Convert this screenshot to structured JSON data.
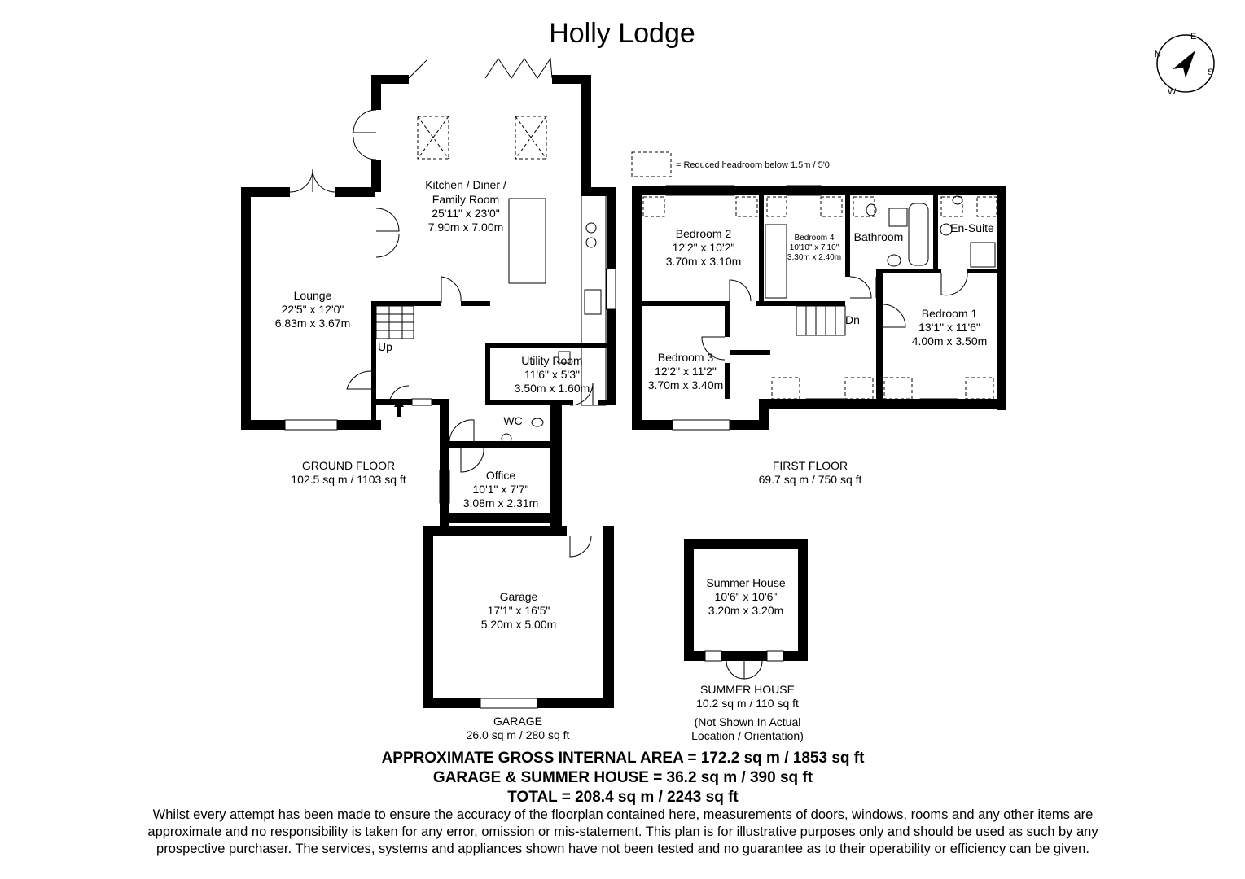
{
  "title": "Holly Lodge",
  "compass": {
    "n": "N",
    "e": "E",
    "s": "S",
    "w": "W"
  },
  "legend": {
    "text": "= Reduced headroom below 1.5m / 5'0"
  },
  "rooms": {
    "kitchen": {
      "name1": "Kitchen / Diner /",
      "name2": "Family Room",
      "imperial": "25'11\" x 23'0\"",
      "metric": "7.90m x 7.00m"
    },
    "lounge": {
      "name": "Lounge",
      "imperial": "22'5\" x 12'0\"",
      "metric": "6.83m x 3.67m"
    },
    "utility": {
      "name": "Utility Room",
      "imperial": "11'6\" x 5'3\"",
      "metric": "3.50m x 1.60m"
    },
    "wc": {
      "name": "WC"
    },
    "office": {
      "name": "Office",
      "imperial": "10'1\" x 7'7\"",
      "metric": "3.08m x 2.31m"
    },
    "garage": {
      "name": "Garage",
      "imperial": "17'1\" x 16'5\"",
      "metric": "5.20m x 5.00m"
    },
    "summer": {
      "name": "Summer House",
      "imperial": "10'6\" x 10'6\"",
      "metric": "3.20m x 3.20m"
    },
    "bedroom2": {
      "name": "Bedroom 2",
      "imperial": "12'2\" x 10'2\"",
      "metric": "3.70m x 3.10m"
    },
    "bedroom4": {
      "name": "Bedroom 4",
      "imperial": "10'10\" x 7'10\"",
      "metric": "3.30m x 2.40m"
    },
    "bathroom": {
      "name": "Bathroom"
    },
    "ensuite": {
      "name": "En-Suite"
    },
    "bedroom1": {
      "name": "Bedroom 1",
      "imperial": "13'1\" x 11'6\"",
      "metric": "4.00m x 3.50m"
    },
    "bedroom3": {
      "name": "Bedroom 3",
      "imperial": "12'2\" x 11'2\"",
      "metric": "3.70m x 3.40m"
    }
  },
  "stairs": {
    "up": "Up",
    "down": "Dn"
  },
  "floors": {
    "ground": {
      "name": "GROUND FLOOR",
      "area": "102.5 sq m / 1103 sq ft"
    },
    "first": {
      "name": "FIRST FLOOR",
      "area": "69.7 sq m / 750 sq ft"
    },
    "garage": {
      "name": "GARAGE",
      "area": "26.0 sq m / 280 sq ft"
    },
    "summer": {
      "name": "SUMMER HOUSE",
      "area": "10.2 sq m / 110 sq ft",
      "note1": "(Not Shown In Actual",
      "note2": "Location / Orientation)"
    }
  },
  "totals": {
    "gross": "APPROXIMATE GROSS INTERNAL AREA = 172.2 sq m / 1853 sq ft",
    "garage_summer": "GARAGE & SUMMER HOUSE = 36.2 sq m / 390 sq ft",
    "total": "TOTAL = 208.4 sq m / 2243 sq ft"
  },
  "disclaimer": {
    "line1": "Whilst every attempt has been made to ensure the accuracy of the floorplan contained here, measurements of doors, windows, rooms and any other items are",
    "line2": "approximate and no responsibility is taken for any error, omission or mis-statement. This plan is for illustrative purposes only and should be used as such by any",
    "line3": "prospective purchaser. The services, systems and appliances shown have not been tested and no guarantee as to their operability or efficiency can be given."
  }
}
